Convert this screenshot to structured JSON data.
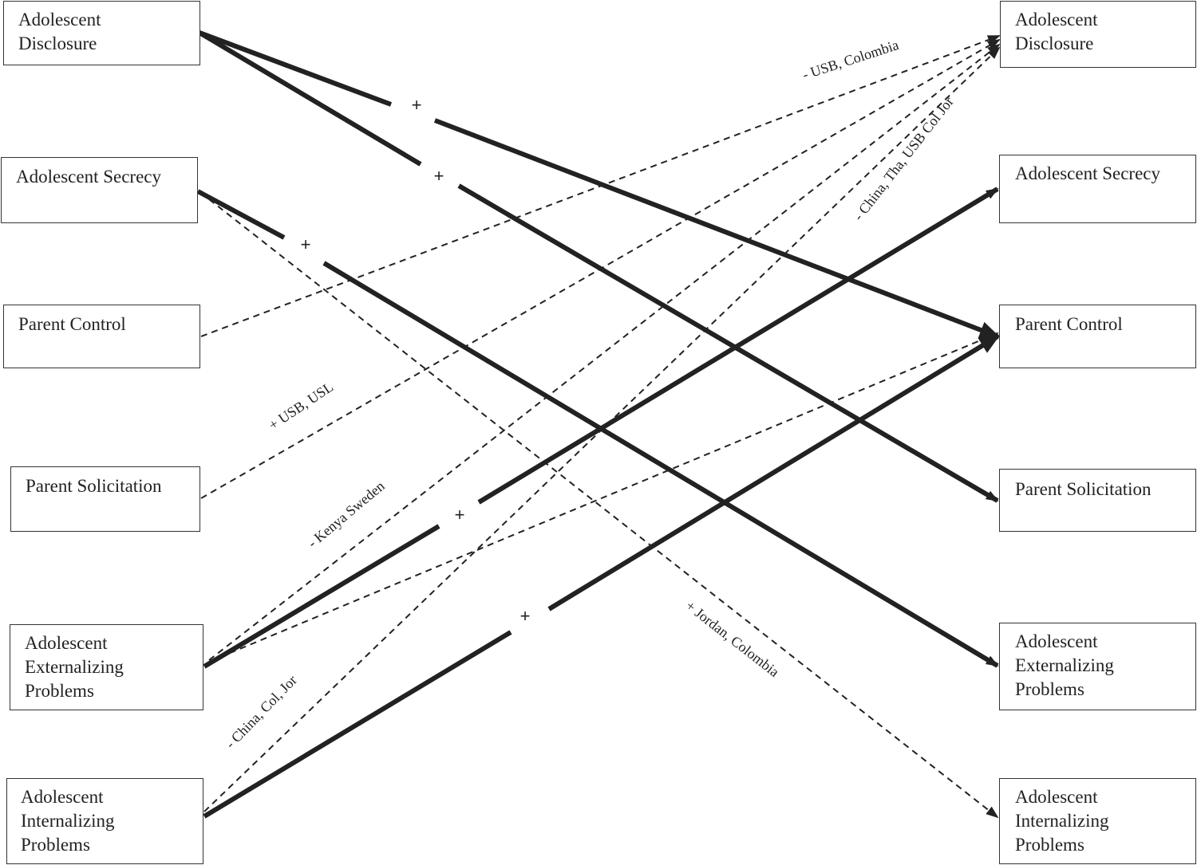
{
  "left_constructs": [
    {
      "id": "disclosure",
      "label": "Adolescent\nDisclosure"
    },
    {
      "id": "secrecy",
      "label": "Adolescent Secrecy"
    },
    {
      "id": "control",
      "label": "Parent Control"
    },
    {
      "id": "solicitation",
      "label": "Parent Solicitation"
    },
    {
      "id": "externalizing",
      "label": "Adolescent\nExternalizing\nProblems"
    },
    {
      "id": "internalizing",
      "label": "Adolescent\nInternalizing\nProblems"
    }
  ],
  "right_constructs": [
    {
      "id": "disclosure",
      "label": "Adolescent\nDisclosure"
    },
    {
      "id": "secrecy",
      "label": "Adolescent Secrecy"
    },
    {
      "id": "control",
      "label": "Parent Control"
    },
    {
      "id": "solicitation",
      "label": "Parent Solicitation"
    },
    {
      "id": "externalizing",
      "label": "Adolescent\nExternalizing\nProblems"
    },
    {
      "id": "internalizing",
      "label": "Adolescent\nInternalizing\nProblems"
    }
  ],
  "paths": [
    {
      "from": "disclosure",
      "to": "control",
      "style": "solid",
      "sign": "+"
    },
    {
      "from": "disclosure",
      "to": "solicitation",
      "style": "solid",
      "sign": "+"
    },
    {
      "from": "secrecy",
      "to": "externalizing",
      "style": "solid",
      "sign": "+"
    },
    {
      "from": "secrecy",
      "to": "internalizing",
      "style": "dashed",
      "label": "+ Jordan, Colombia"
    },
    {
      "from": "control",
      "to": "disclosure",
      "style": "dashed",
      "label": "- USB, Colombia"
    },
    {
      "from": "solicitation",
      "to": "disclosure",
      "style": "dashed",
      "label": "+ USB, USL"
    },
    {
      "from": "externalizing",
      "to": "secrecy",
      "style": "solid",
      "sign": "+"
    },
    {
      "from": "externalizing",
      "to": "disclosure",
      "style": "dashed",
      "label": "- Kenya Sweden"
    },
    {
      "from": "externalizing",
      "to": "control",
      "style": "dashed"
    },
    {
      "from": "internalizing",
      "to": "control",
      "style": "solid",
      "sign": "+"
    },
    {
      "from": "internalizing",
      "to": "disclosure",
      "style": "dashed",
      "label": "- China, Col, Jor"
    },
    {
      "style": "label-only",
      "label": "- China, Tha, USB Col Jor"
    }
  ],
  "colors": {
    "line": "#222222",
    "box_border": "#333333"
  }
}
